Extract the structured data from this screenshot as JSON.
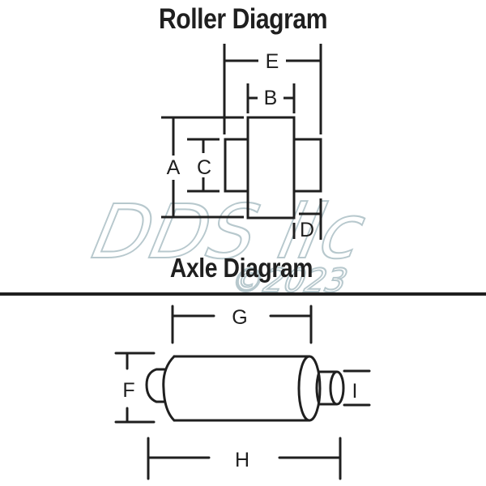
{
  "roller": {
    "title": "Roller Diagram",
    "labels": {
      "A": "A",
      "B": "B",
      "C": "C",
      "D": "D",
      "E": "E"
    }
  },
  "axle": {
    "title": "Axle Diagram",
    "labels": {
      "F": "F",
      "G": "G",
      "H": "H",
      "I": "I"
    }
  },
  "watermark": {
    "text": "DDS llc",
    "copyright": "©2023"
  },
  "colors": {
    "line": "#1f1f1f",
    "watermark": "#9fb6bd",
    "background": "#ffffff"
  }
}
